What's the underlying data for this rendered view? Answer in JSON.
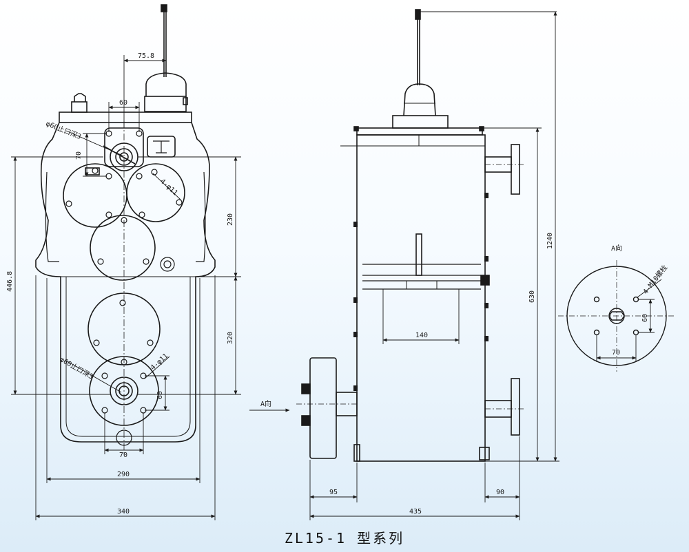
{
  "caption": "ZL15-1 型系列",
  "front_view": {
    "dims": {
      "d758": "75.8",
      "d60_top": "60",
      "d70_left": "70",
      "d4468": "446.8",
      "d230": "230",
      "d320": "320",
      "d60_bot": "60",
      "d70_bot": "70",
      "d290": "290",
      "d340": "340"
    },
    "notes": {
      "spigot_top": "φ60止口深3",
      "holes_top": "4-φ11",
      "spigot_bot": "φ60止口深3",
      "holes_bot": "4-φ11"
    }
  },
  "side_view": {
    "dims": {
      "d1240": "1240",
      "d630": "630",
      "d140": "140",
      "d95": "95",
      "d90": "90",
      "d435": "435"
    },
    "arrow_label": "A向"
  },
  "view_a": {
    "title": "A向",
    "bolts_note": "4-M10螺栓",
    "d60": "60",
    "d70": "70"
  },
  "colors": {
    "line": "#1a1a1a",
    "background": "#eef6fc"
  }
}
